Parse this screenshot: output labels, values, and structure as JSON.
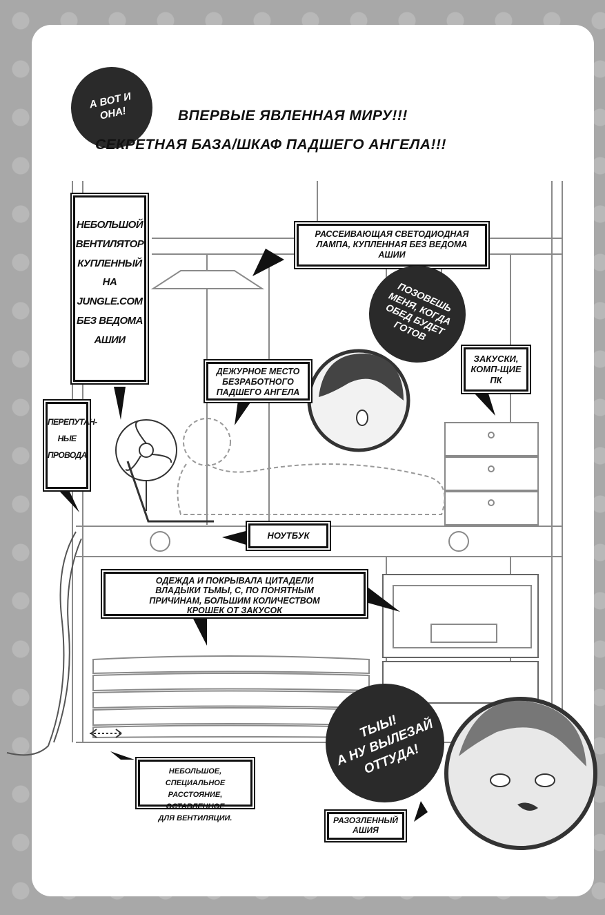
{
  "intro_bubble": "А ВОТ И ОНА!",
  "headline": {
    "line1": "ВПЕРВЫЕ ЯВЛЕННАЯ МИРУ!!!",
    "line2": "СЕКРЕТНАЯ БАЗА/ШКАФ ПАДШЕГО АНГЕЛА!!!"
  },
  "labels": {
    "fan": [
      "НЕБОЛЬШОЙ",
      "ВЕНТИЛЯТОР",
      "КУПЛЕННЫЙ",
      "НА JUNGLE.COM",
      "БЕЗ ВЕДОМА",
      "АШИИ"
    ],
    "lamp": [
      "РАССЕИВАЮЩАЯ СВЕТОДИОДНАЯ",
      "ЛАМПА, КУПЛЕННАЯ БЕЗ ВЕДОМА",
      "АШИИ"
    ],
    "workplace": [
      "ДЕЖУРНОЕ МЕСТО",
      "БЕЗРАБОТНОГО",
      "ПАДШЕГО АНГЕЛА"
    ],
    "snacks": [
      "ЗАКУСКИ,",
      "КОМП-ЩИЕ",
      "ПК"
    ],
    "wires": [
      "ПЕРЕПУТАН-",
      "НЫЕ",
      "ПРОВОДА."
    ],
    "laptop": "НОУТБУК",
    "clothes": [
      "ОДЕЖДА И ПОКРЫВАЛА ЦИТАДЕЛИ",
      "ВЛАДЫКИ ТЬМЫ, С, ПО ПОНЯТНЫМ",
      "ПРИЧИНАМ, БОЛЬШИМ КОЛИЧЕСТВОМ",
      "КРОШЕК ОТ ЗАКУСОК"
    ],
    "gap": [
      "НЕБОЛЬШОЕ, СПЕЦИАЛЬНОЕ",
      "РАССТОЯНИЕ, ОСТАВЛЕННОЕ",
      "ДЛЯ ВЕНТИЛЯЦИИ."
    ],
    "ashiya": [
      "РАЗОЗЛЕННЫЙ",
      "АШИЯ"
    ]
  },
  "bubbles": {
    "call_me": [
      "ПОЗОВЕШЬ",
      "МЕНЯ, КОГДА",
      "ОБЕД БУДЕТ",
      "ГОТОВ"
    ],
    "get_out": [
      "ТЫЫ!",
      "А НУ ВЫЛЕЗАЙ",
      "ОТТУДА!"
    ]
  }
}
